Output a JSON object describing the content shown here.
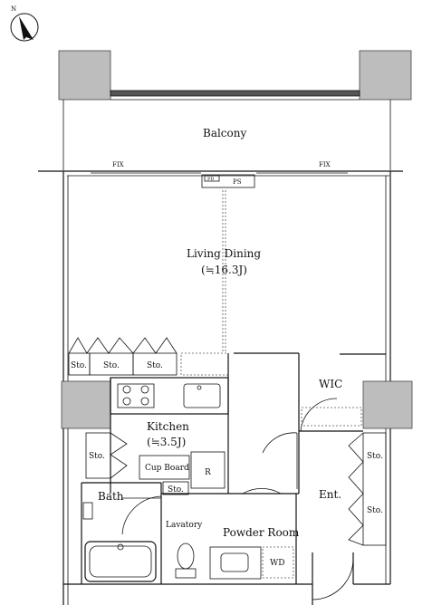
{
  "compass": {
    "north_label": "N"
  },
  "rooms": {
    "balcony": "Balcony",
    "living_dining": "Living Dining",
    "living_dining_area": "(≒16.3J)",
    "kitchen": "Kitchen",
    "kitchen_area": "(≒3.5J)",
    "wic": "WIC",
    "entrance": "Ent.",
    "bath": "Bath",
    "lavatory": "Lavatory",
    "powder_room": "Powder Room"
  },
  "fixtures": {
    "fix_left": "FIX",
    "fix_right": "FIX",
    "ps": "PS",
    "pd": "PD",
    "sto_1": "Sto.",
    "sto_2": "Sto.",
    "sto_3": "Sto.",
    "sto_kitchen": "Sto.",
    "sto_lavatory": "Sto.",
    "sto_ent_1": "Sto.",
    "sto_ent_2": "Sto.",
    "cup_board": "Cup Board",
    "refrigerator": "R",
    "washer_dryer": "WD"
  }
}
